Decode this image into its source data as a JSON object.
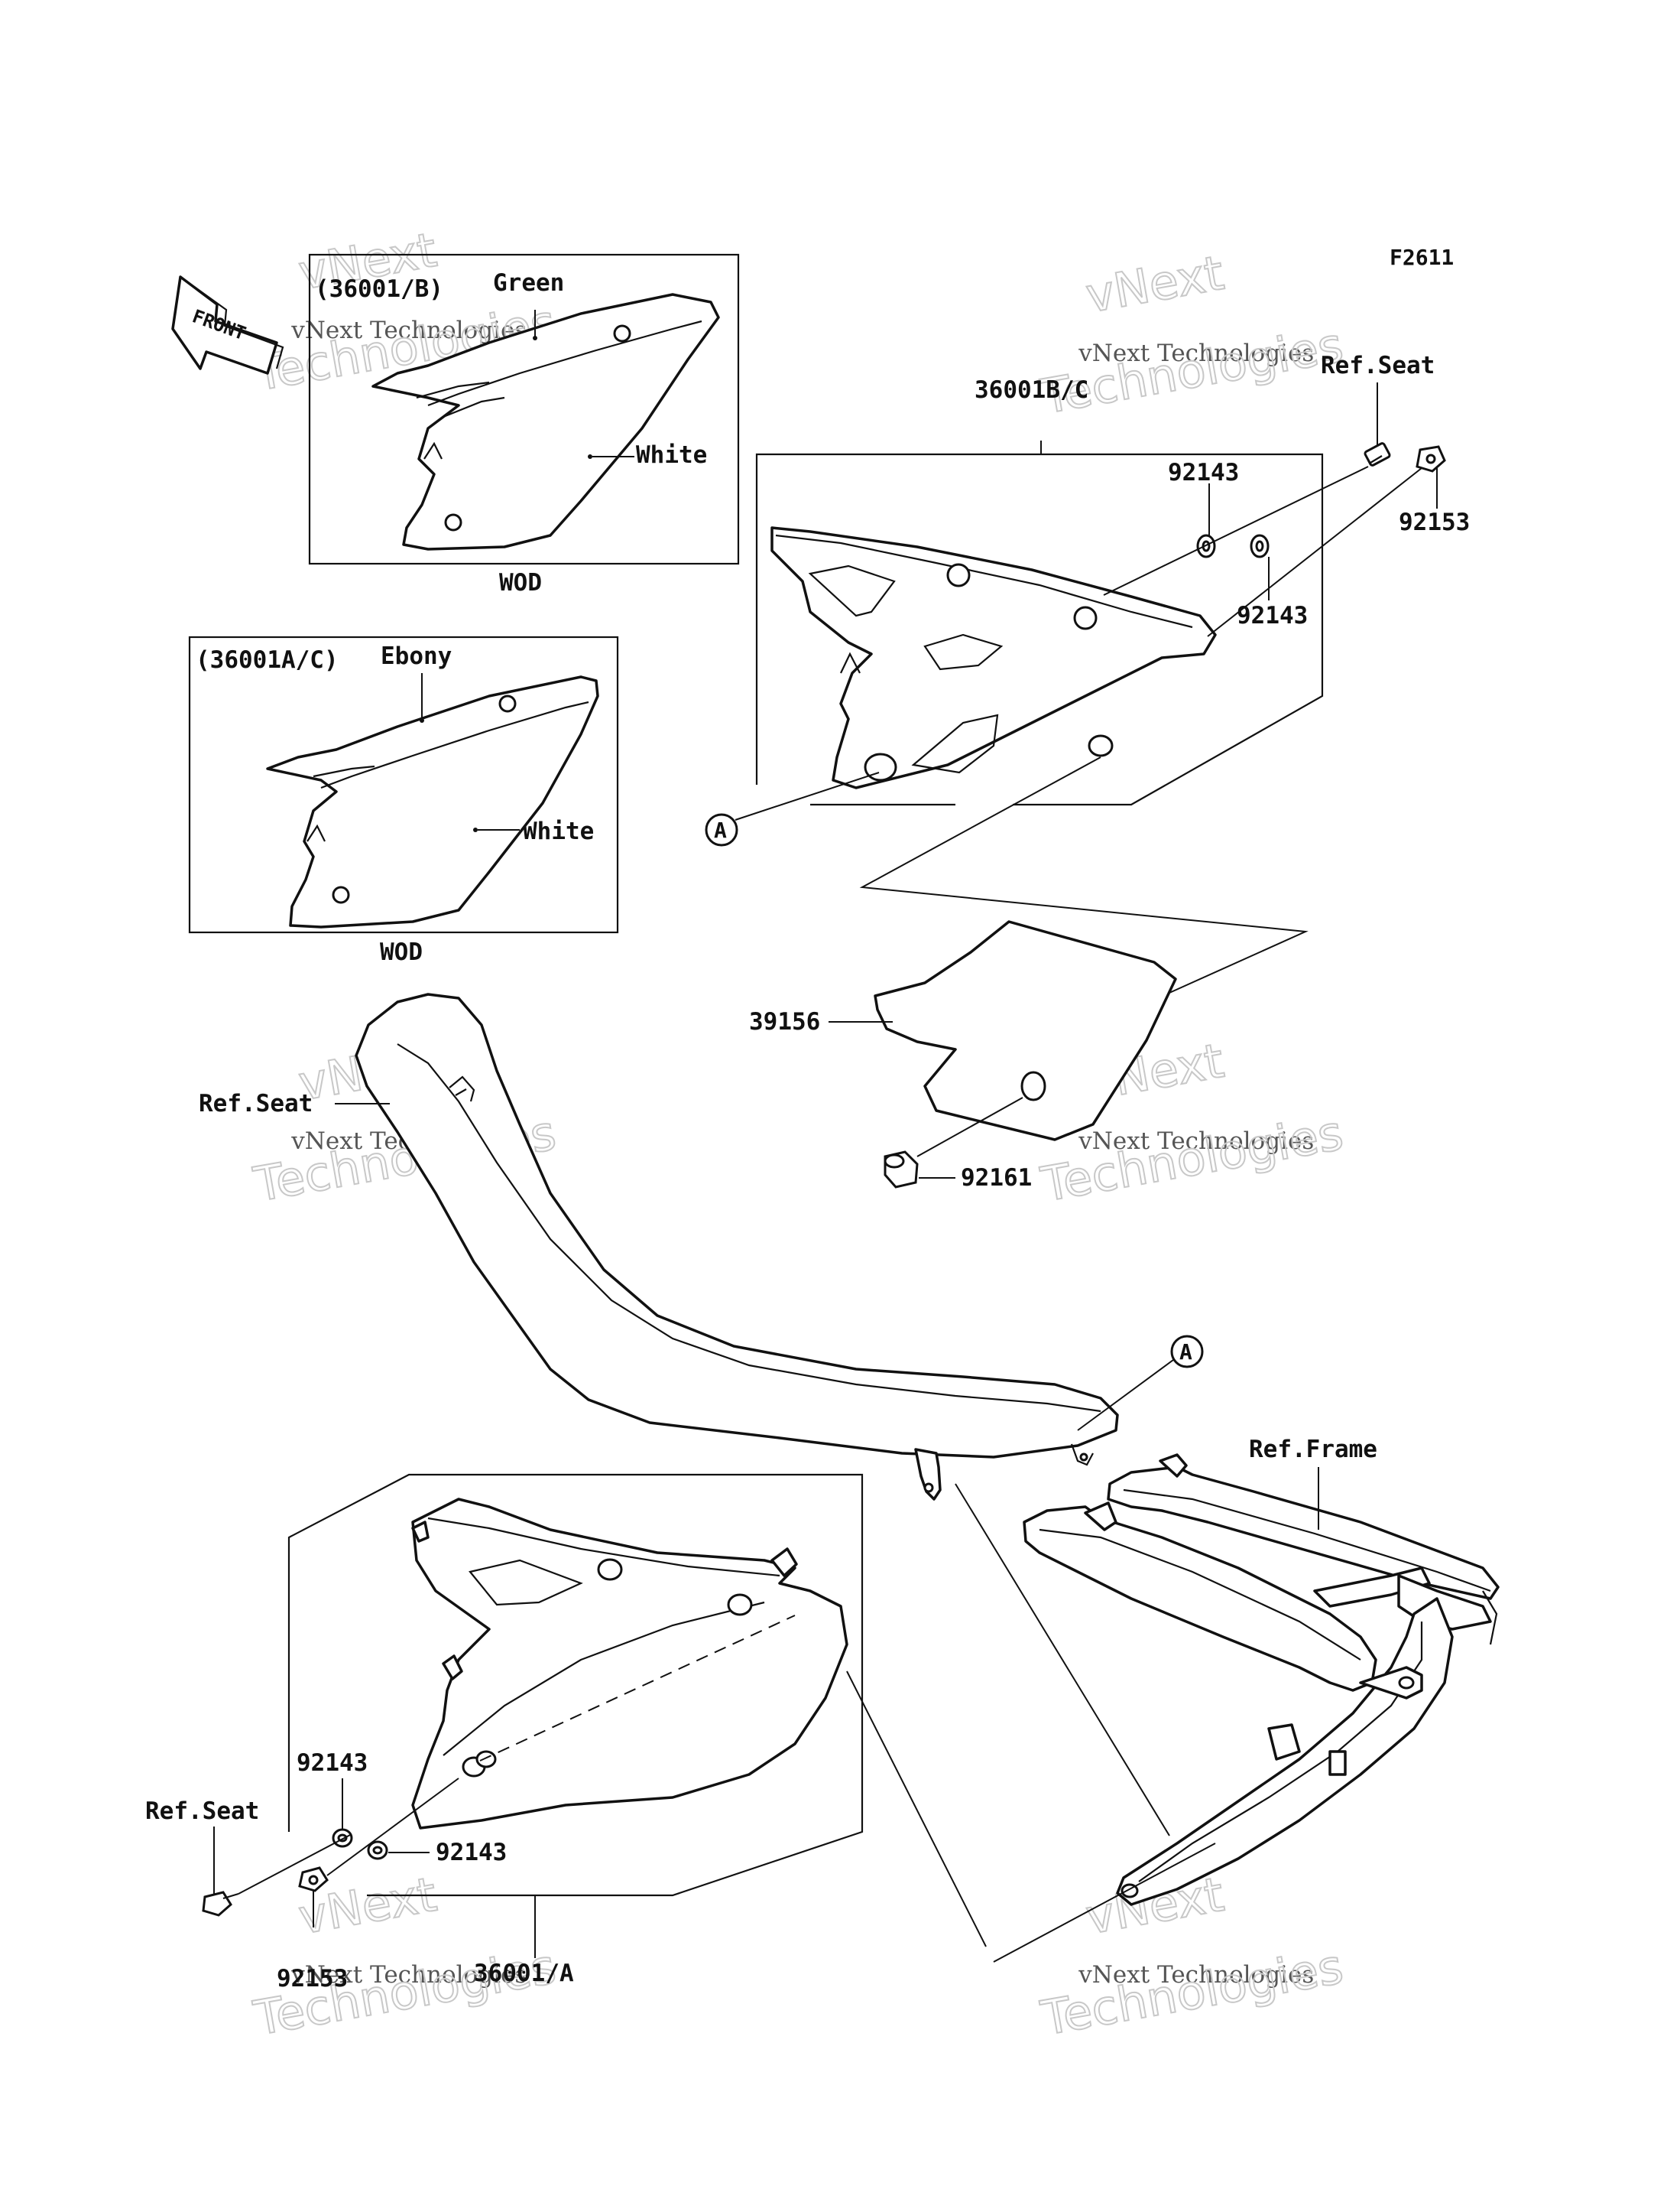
{
  "diagram_code": "F2611",
  "front_label": "FRONT",
  "insets": {
    "upper": {
      "code": "(36001/B)",
      "color_top": "Green",
      "color_body": "White",
      "variant": "WOD"
    },
    "lower": {
      "code": "(36001A/C)",
      "color_top": "Ebony",
      "color_body": "White",
      "variant": "WOD"
    }
  },
  "callouts": {
    "ref_seat_top": "Ref.Seat",
    "assy_right": "36001B/C",
    "washer_a": "92143",
    "washer_b": "92143",
    "bolt_right": "92153",
    "circle_a_left": "A",
    "circle_a_seat": "A",
    "pad": "39156",
    "damper": "92161",
    "ref_seat_mid": "Ref.Seat",
    "ref_frame": "Ref.Frame",
    "washer_c": "92143",
    "washer_d": "92143",
    "ref_seat_bottom": "Ref.Seat",
    "bolt_left": "92153",
    "assy_left": "36001/A"
  },
  "watermarks": [
    {
      "line1": "vNext",
      "line2": "vNext Technologies",
      "line3": "Technologies"
    },
    {
      "line1": "vNext",
      "line2": "vNext Technologies",
      "line3": "Technologies"
    },
    {
      "line1": "vNext",
      "line2": "vNext Technologies",
      "line3": "Technologies"
    },
    {
      "line1": "vNext",
      "line2": "vNext Technologies",
      "line3": "Technologies"
    },
    {
      "line1": "vNext",
      "line2": "vNext Technologies",
      "line3": "Technologies"
    },
    {
      "line1": "vNext",
      "line2": "vNext Technologies",
      "line3": "Technologies"
    }
  ]
}
